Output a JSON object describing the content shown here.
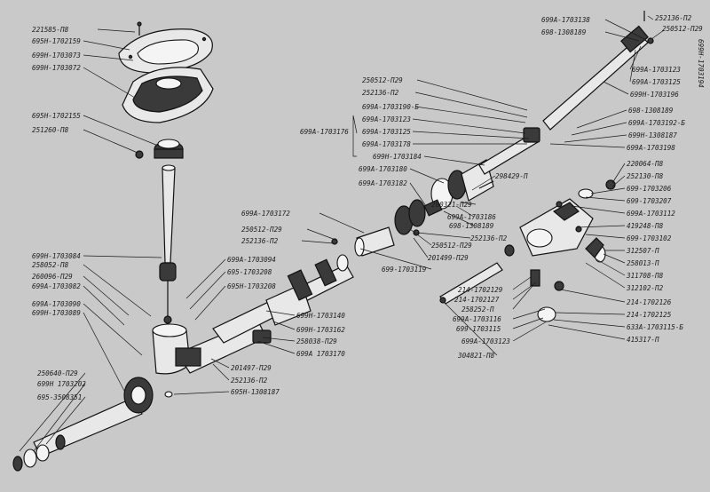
{
  "labels": {
    "l01": "221585-П8",
    "l02": "695Н-1702159",
    "l03": "699Н-1703073",
    "l04": "699Н-1703072",
    "l05": "695Н-1702155",
    "l06": "251260-П8",
    "l07": "699Н-1703084",
    "l08": "258052-П8",
    "l09": "260096-П29",
    "l10": "699А-1703082",
    "l11": "699А-1703090",
    "l12": "699Н-1703089",
    "l13": "250640-П29",
    "l14": "699Н 1703202",
    "l15": "695-3508351",
    "l16": "699А-1703094",
    "l17": "695-1703208",
    "l18": "695Н-1703208",
    "l19": "201497-П29",
    "l20": "252136-П2",
    "l21": "695Н-1308187",
    "l22": "699А-1703172",
    "l23": "250512-П29",
    "l24": "252136-П2",
    "l25": "699Н-1703140",
    "l26": "699Н-1703162",
    "l27": "258038-П29",
    "l28": "699А 1703170",
    "l29": "250512-П29",
    "l30": "252136-П2",
    "l31": "699А-1703190-Б",
    "l32": "699А-1703176",
    "l33": "699А-1703123",
    "l34": "699А-1703125",
    "l35": "699А-1703178",
    "l36": "699Н-1703184",
    "l37": "699А-1703180",
    "l38": "699А-1703182",
    "l39": "298429-П",
    "l40": "200321-П29",
    "l41": "699А-1703186",
    "l42": "698-1308189",
    "l43": "252136-П2",
    "l44": "250512-П29",
    "l45": "201499-П29",
    "l46": "699-1703119",
    "l47": "214-1702129",
    "l48": "214-1702127",
    "l49": "258252-П",
    "l50": "699А-1703116",
    "l51": "699-1703115",
    "l52": "699А-1703123",
    "l53": "304821-П8",
    "l54": "699А-1703138",
    "l55": "698-1308189",
    "l56": "252136-П2",
    "l57": "250512-П29",
    "l58": "699Н-1703194",
    "l59": "699А-1703123",
    "l60": "699А-1703125",
    "l61": "699Н-1703196",
    "l62": "698-1308189",
    "l63": "699А-1703192-Б",
    "l64": "699Н-1308187",
    "l65": "699А-1703198",
    "l66": "220064-П8",
    "l67": "252130-П8",
    "l68": "699-1703206",
    "l69": "699-1703207",
    "l70": "699А-1703112",
    "l71": "419248-П8",
    "l72": "699-1703102",
    "l73": "312507-П",
    "l74": "258013-П",
    "l75": "311708-П8",
    "l76": "312102-П2",
    "l77": "214-1702126",
    "l78": "214-1702125",
    "l79": "633А-1703115-Б",
    "l80": "415317-П"
  },
  "colors": {
    "background": "#c9c9c9",
    "ink": "#1a1a1a"
  }
}
